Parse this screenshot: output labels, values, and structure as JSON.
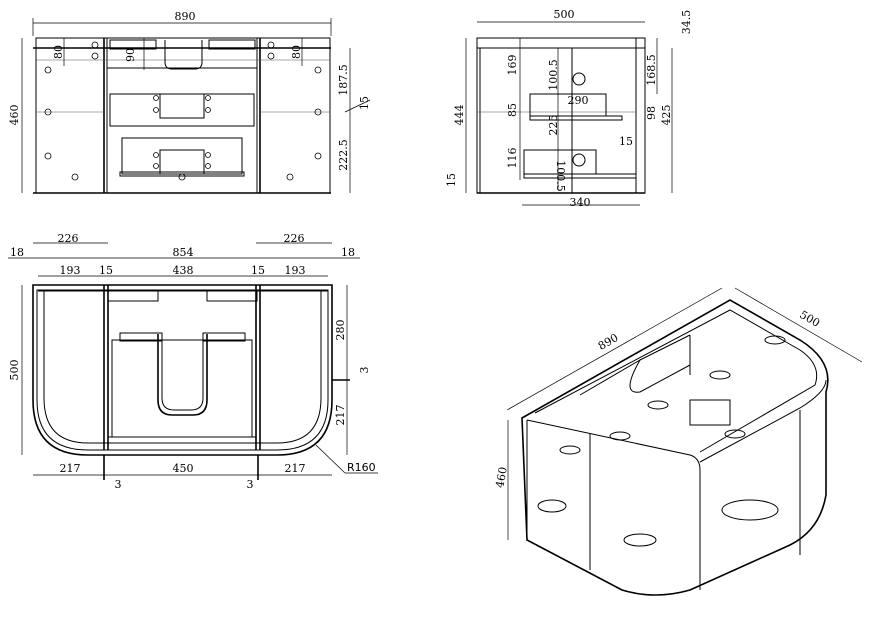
{
  "front_view": {
    "width": "890",
    "height": "460",
    "left_offset": "80",
    "center_offset": "90",
    "right_offset": "80",
    "upper": "187.5",
    "lower": "222.5",
    "shelf": "15"
  },
  "side_view": {
    "width": "500",
    "height": "444",
    "top": "34.5",
    "upper_right": "168.5",
    "mid_right": "98",
    "right_total": "425",
    "upper_left": "169",
    "hole_top": "100.5",
    "drawer_width": "290",
    "drawer_height": "85",
    "inner": "225",
    "lower_drawer": "116",
    "hole_bottom": "100.5",
    "right_thick": "15",
    "bottom_thick": "15",
    "depth_bottom": "340"
  },
  "plan_view": {
    "left_side": "226",
    "overall": "854",
    "right_side": "226",
    "left_edge": "18",
    "right_edge": "18",
    "left_bay": "193",
    "left_div": "15",
    "center_bay": "438",
    "right_div": "15",
    "right_bay": "193",
    "depth": "500",
    "rear": "280",
    "gap": "3",
    "front": "217",
    "radius": "R160",
    "bottom_left": "217",
    "bottom_center": "450",
    "bottom_right": "217",
    "gap_left": "3",
    "gap_right": "3"
  },
  "iso_view": {
    "width": "890",
    "depth": "500",
    "height": "460"
  }
}
